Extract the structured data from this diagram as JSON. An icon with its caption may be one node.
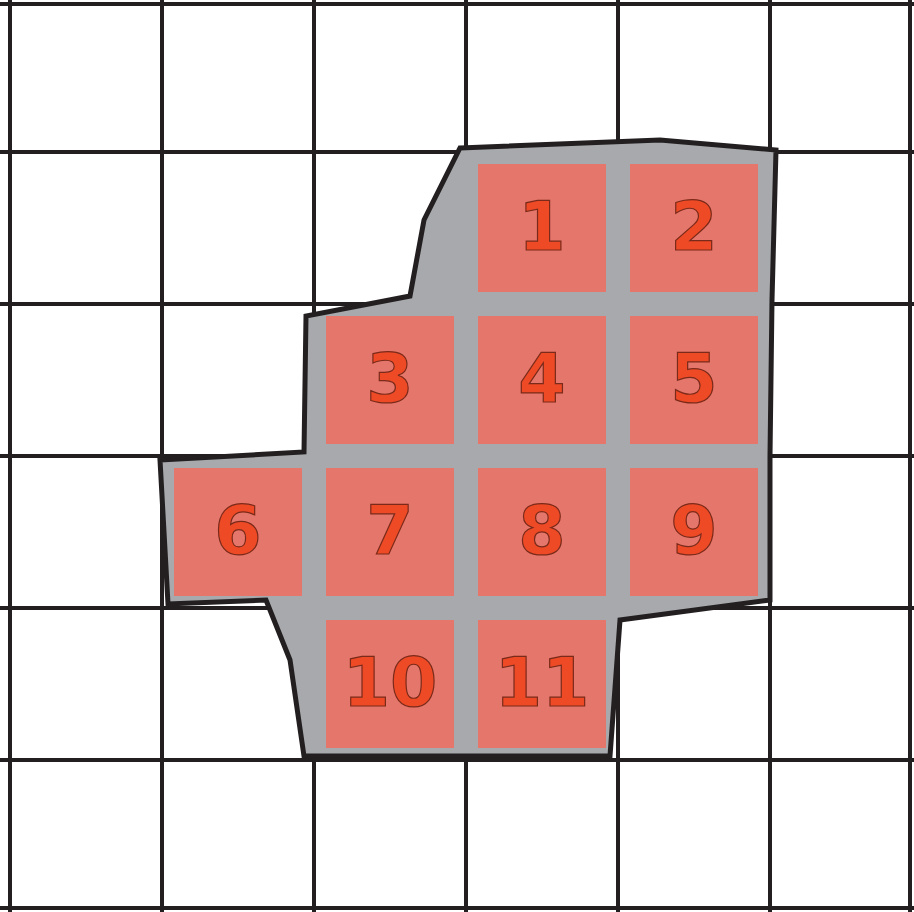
{
  "diagram": {
    "nodes": [
      {
        "text": [
          "1"
        ]
      },
      {
        "text": [
          "2"
        ]
      },
      {
        "text": [
          "3"
        ]
      },
      {
        "text": [
          "4"
        ]
      },
      {
        "text": [
          "5"
        ]
      },
      {
        "text": [
          "6"
        ]
      },
      {
        "text": [
          "7"
        ]
      },
      {
        "text": [
          "8"
        ]
      },
      {
        "text": [
          "9"
        ]
      },
      {
        "text": [
          "10"
        ]
      },
      {
        "text": [
          "11"
        ]
      }
    ]
  }
}
